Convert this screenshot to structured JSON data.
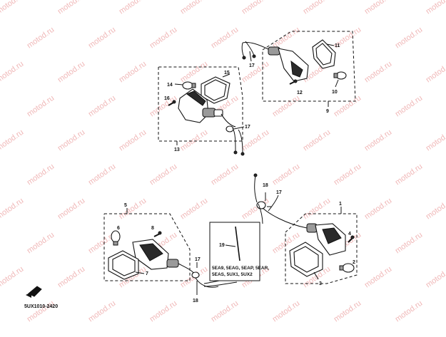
{
  "diagram": {
    "drawing_code": "5UX1010-2420",
    "watermark_text": "motod.ru",
    "model_note": {
      "part_number": "19",
      "lines": [
        "5EA9, 5EAG, 5EAP, 5EAR,",
        "5EAS, 5UX1, 5UX2"
      ]
    },
    "assemblies": [
      {
        "id": "1",
        "part_numbers": [
          "1",
          "2",
          "3",
          "4"
        ]
      },
      {
        "id": "5",
        "part_numbers": [
          "5",
          "6",
          "7",
          "8"
        ]
      },
      {
        "id": "9",
        "part_numbers": [
          "9",
          "10",
          "11",
          "12"
        ]
      },
      {
        "id": "13",
        "part_numbers": [
          "13",
          "14",
          "15",
          "16"
        ]
      }
    ],
    "callouts": {
      "p1": "1",
      "p2": "2",
      "p3": "3",
      "p4": "4",
      "p5": "5",
      "p6": "6",
      "p7": "7",
      "p8": "8",
      "p9": "9",
      "p10": "10",
      "p11": "11",
      "p12": "12",
      "p13": "13",
      "p14": "14",
      "p15": "15",
      "p16": "16",
      "p17a": "17",
      "p17b": "17",
      "p17c": "17",
      "p17d": "17",
      "p18a": "18",
      "p18b": "18",
      "p19": "19"
    }
  }
}
